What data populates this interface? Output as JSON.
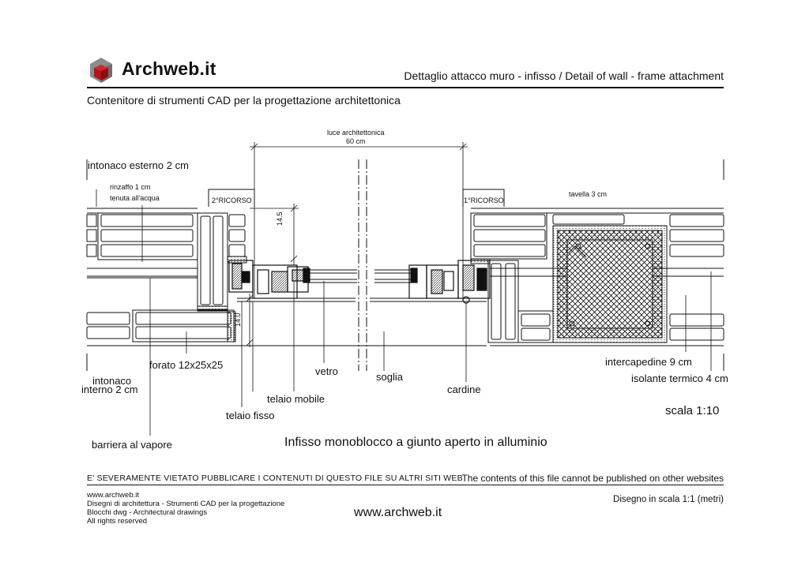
{
  "header": {
    "logo_text": "Archweb.it",
    "title": "Dettaglio attacco muro - infisso  /  Detail of wall - frame attachment",
    "subtitle": "Contenitore di strumenti CAD per la progettazione architettonica"
  },
  "drawing": {
    "caption": "Infisso monoblocco a giunto aperto in alluminio",
    "scale": "scala 1:10",
    "dimensions": {
      "luce_label": "luce architettonica",
      "luce_value": "60 cm",
      "dim_vertical_top": "14.5",
      "dim_vertical_bottom": "14.0",
      "ricorso_left": "2°RICORSO",
      "ricorso_right": "1°RICORSO"
    },
    "labels": {
      "intonaco_esterno": "intonaco esterno 2 cm",
      "rinzaffo": "rinzaffo 1 cm",
      "tenuta": "tenuta all'acqua",
      "tavella": "tavella 3 cm",
      "intonaco_interno_1": "intonaco",
      "intonaco_interno_2": "interno 2 cm",
      "forato": "forato 12x25x25",
      "vetro": "vetro",
      "soglia": "soglia",
      "cardine": "cardine",
      "telaio_mobile": "telaio mobile",
      "telaio_fisso": "telaio fisso",
      "barriera": "barriera al vapore",
      "intercapedine": "intercapedine 9 cm",
      "isolante": "isolante termico 4 cm"
    }
  },
  "footer": {
    "warning_it": "E' SEVERAMENTE VIETATO PUBBLICARE I CONTENUTI DI QUESTO FILE SU ALTRI SITI WEB",
    "warning_en": "The contents of this file cannot be published on other websites",
    "lines": [
      "www.archweb.it",
      "Disegni di architettura - Strumenti CAD  per la progettazione",
      "Blocchi dwg - Architectural drawings",
      "All rights reserved"
    ],
    "center_url": "www.archweb.it",
    "scale_note": "Disegno in scala 1:1 (metri)"
  },
  "colors": {
    "logo_red": "#b5121b",
    "logo_grey": "#8c8c8c",
    "ink": "#111111"
  }
}
